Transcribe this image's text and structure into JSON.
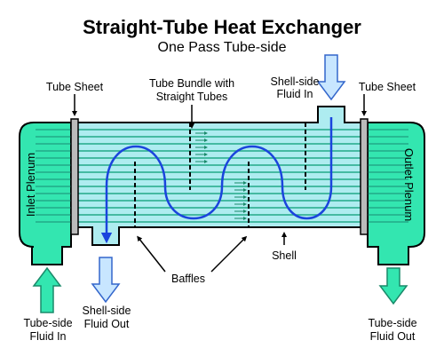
{
  "title": "Straight-Tube Heat Exchanger",
  "subtitle": "One Pass Tube-side",
  "labels": {
    "tube_sheet_left": "Tube Sheet",
    "tube_sheet_right": "Tube Sheet",
    "tube_bundle_line1": "Tube Bundle with",
    "tube_bundle_line2": "Straight Tubes",
    "shell_in_line1": "Shell-side",
    "shell_in_line2": "Fluid In",
    "inlet_plenum": "Inlet Plenum",
    "outlet_plenum": "Outlet Plenum",
    "baffles": "Baffles",
    "shell": "Shell",
    "tube_in_line1": "Tube-side",
    "tube_in_line2": "Fluid In",
    "shell_out_line1": "Shell-side",
    "shell_out_line2": "Fluid Out",
    "tube_out_line1": "Tube-side",
    "tube_out_line2": "Fluid Out"
  },
  "colors": {
    "plenum_fill": "#33e6b0",
    "shell_fill": "#aeecf0",
    "tube_color": "#22aa88",
    "shell_flow": "#1a44dd",
    "shell_arrow_fill": "#c8e6ff",
    "outline": "#000000"
  }
}
